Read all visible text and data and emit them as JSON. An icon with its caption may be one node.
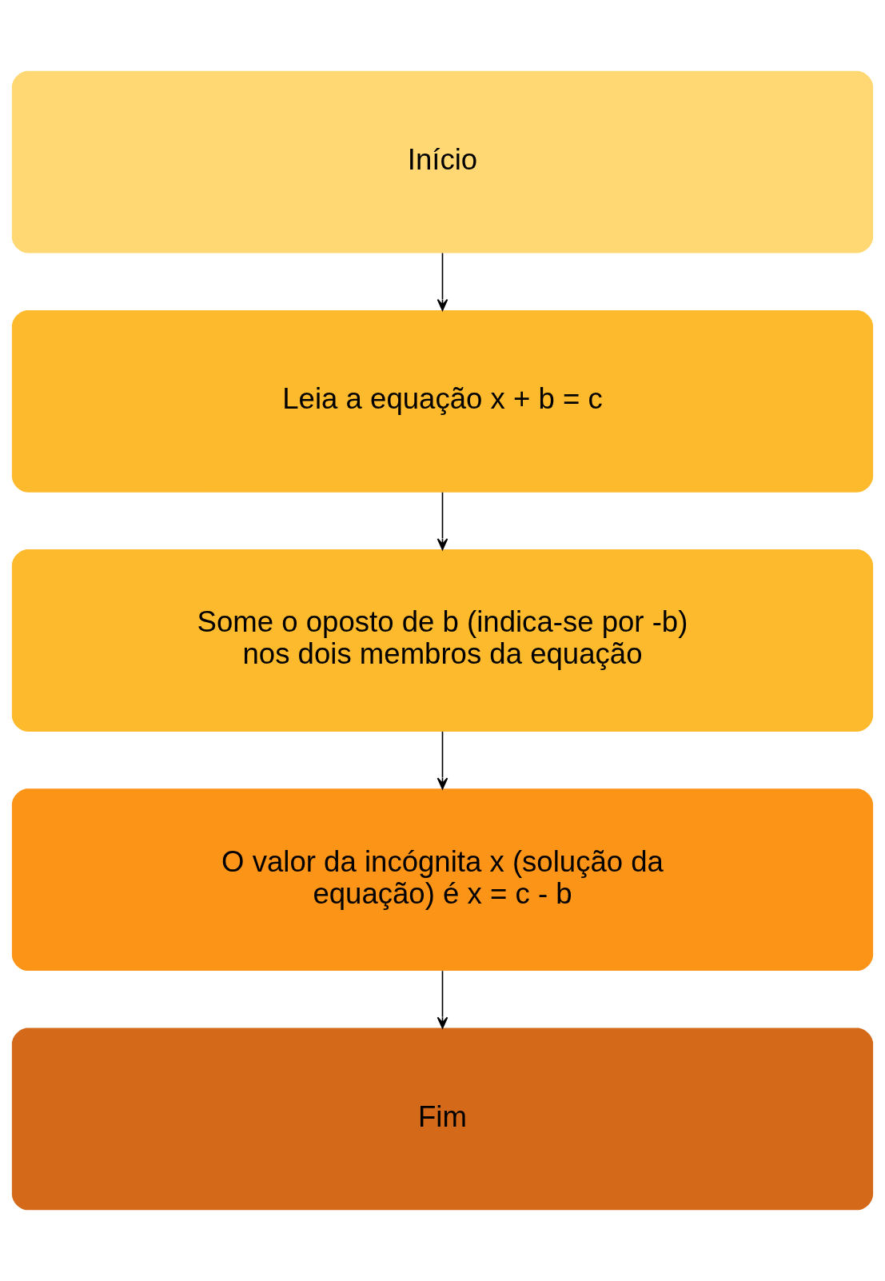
{
  "diagram": {
    "nodes": [
      {
        "text": [
          "Início"
        ]
      },
      {
        "text": [
          "Leia a equação x + b = c"
        ]
      },
      {
        "text": [
          "Some o oposto de b (indica-se por -b) nos dois membros da equação"
        ]
      },
      {
        "text": [
          "O valor da incógnita x (solução da equação) é x = c - b"
        ]
      },
      {
        "text": [
          "Fim"
        ]
      }
    ],
    "edges": [
      {
        "from": 0,
        "to": 1,
        "arrow": "to"
      },
      {
        "from": 1,
        "to": 2,
        "arrow": "to"
      },
      {
        "from": 2,
        "to": 3,
        "arrow": "to"
      },
      {
        "from": 3,
        "to": 4,
        "arrow": "to"
      }
    ]
  }
}
